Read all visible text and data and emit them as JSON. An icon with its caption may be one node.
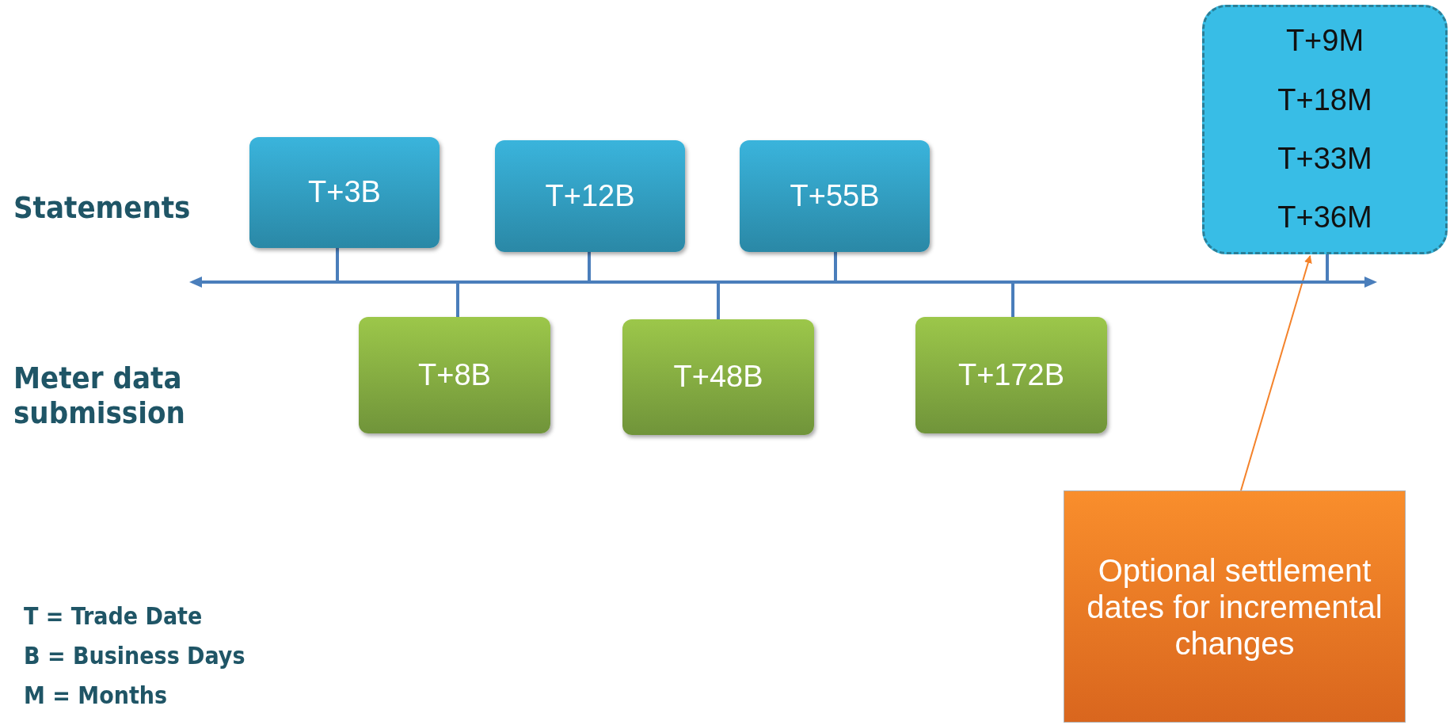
{
  "diagram": {
    "nodes": [
      {
        "text": [
          "T+9M",
          "T+18M",
          "T+33M",
          "T+36M"
        ]
      },
      {
        "text": [
          "T+3B"
        ]
      },
      {
        "text": [
          "T+12B"
        ]
      },
      {
        "text": [
          "T+55B"
        ]
      },
      {
        "text": [],
        "shape": "bar"
      },
      {
        "text": [
          "T+8B"
        ]
      },
      {
        "text": [
          "T+48B"
        ]
      },
      {
        "text": [
          "T+172B"
        ]
      },
      {
        "text": [
          "Optional settlement dates for incremental changes"
        ]
      }
    ],
    "edges": [
      {
        "from": 1,
        "to": 4,
        "arrow": "none"
      },
      {
        "from": 2,
        "to": 4,
        "arrow": "none"
      },
      {
        "from": 3,
        "to": 4,
        "arrow": "none"
      },
      {
        "from": 0,
        "to": 4,
        "arrow": "none"
      },
      {
        "from": 5,
        "to": 4,
        "arrow": "none"
      },
      {
        "from": 6,
        "to": 4,
        "arrow": "none"
      },
      {
        "from": 7,
        "to": 4,
        "arrow": "none"
      },
      {
        "from": 8,
        "to": 0,
        "arrow": "to",
        "color": "#f4822a"
      }
    ],
    "labels": [
      "Statements",
      "Meter data submission",
      "T = Trade Date",
      "B = Business Days",
      "M = Months"
    ]
  }
}
